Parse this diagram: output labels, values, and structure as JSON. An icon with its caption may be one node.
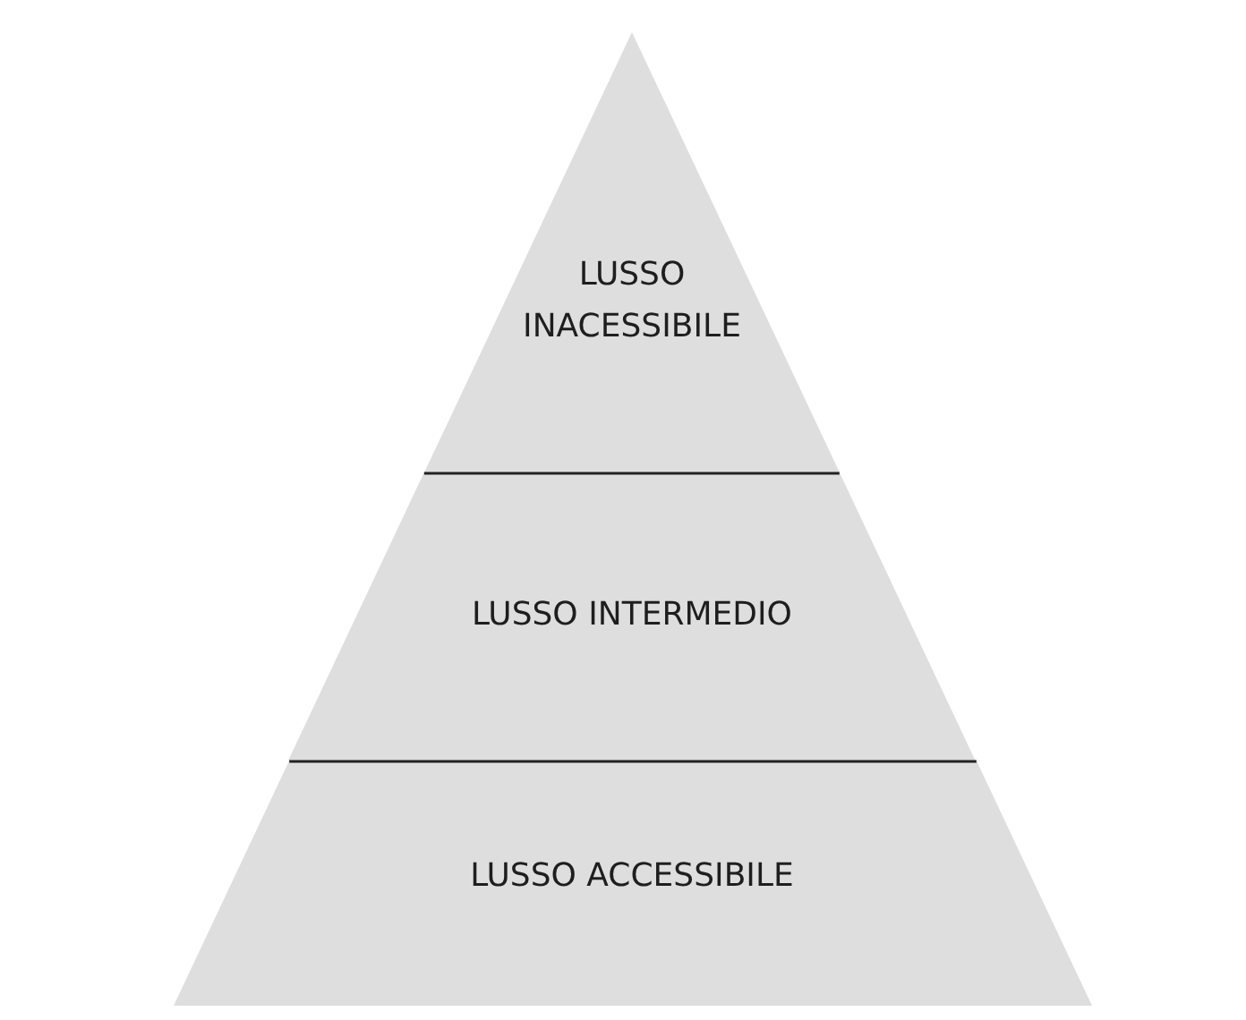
{
  "diagram": {
    "nodes": [
      {
        "text": [
          "LUSSO INACESSIBILE"
        ]
      },
      {
        "text": [
          "LUSSO INTERMEDIO"
        ]
      },
      {
        "text": [
          "LUSSO ACCESSIBILE"
        ]
      }
    ]
  }
}
